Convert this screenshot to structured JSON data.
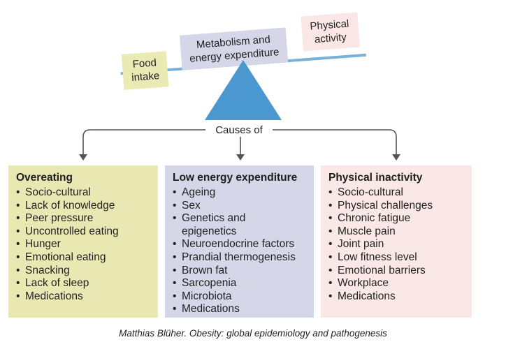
{
  "balance": {
    "left_label": [
      "Food",
      "intake"
    ],
    "middle_label": [
      "Metabolism and",
      "energy expenditure"
    ],
    "right_label": [
      "Physical",
      "activity"
    ],
    "causes_label": "Causes of"
  },
  "columns": [
    {
      "title": "Overeating",
      "items": [
        "Socio-cultural",
        "Lack of knowledge",
        "Peer pressure",
        "Uncontrolled eating",
        "Hunger",
        "Emotional eating",
        "Snacking",
        "Lack of sleep",
        "Medications"
      ]
    },
    {
      "title": "Low energy expenditure",
      "items": [
        "Ageing",
        "Sex",
        "Genetics and",
        "epigenetics",
        "Neuroendocrine factors",
        "Prandial thermogenesis",
        "Brown fat",
        "Sarcopenia",
        "Microbiota",
        "Medications"
      ]
    },
    {
      "title": "Physical inactivity",
      "items": [
        "Socio-cultural",
        "Physical challenges",
        "Chronic fatigue",
        "Muscle pain",
        "Joint pain",
        "Low fitness level",
        "Emotional barriers",
        "Workplace",
        "Medications"
      ]
    }
  ],
  "caption": "Matthias Blüher. Obesity: global epidemiology and pathogenesis",
  "colors": {
    "food_box": "#eaeab4",
    "metabolism_box": "#d5d6e8",
    "activity_box": "#fae7e5",
    "beam": "#7ab1d8",
    "fulcrum": "#4a98cf",
    "arrow": "#555555"
  }
}
